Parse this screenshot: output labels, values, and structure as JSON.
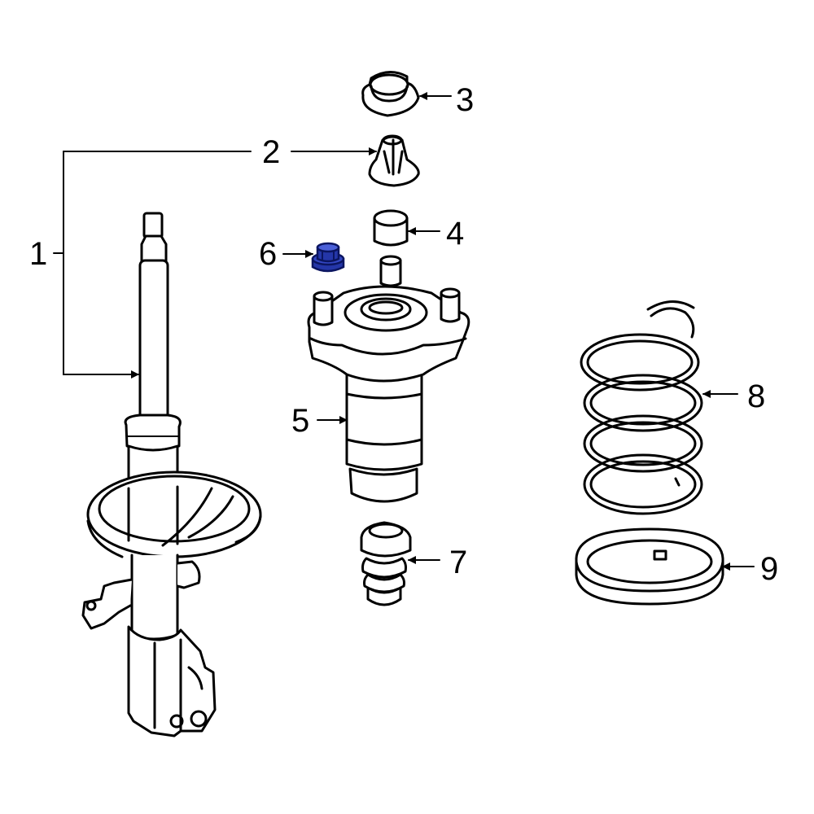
{
  "callouts": [
    {
      "id": "1",
      "label": "1"
    },
    {
      "id": "2",
      "label": "2"
    },
    {
      "id": "3",
      "label": "3"
    },
    {
      "id": "4",
      "label": "4"
    },
    {
      "id": "5",
      "label": "5"
    },
    {
      "id": "6",
      "label": "6"
    },
    {
      "id": "7",
      "label": "7"
    },
    {
      "id": "8",
      "label": "8"
    },
    {
      "id": "9",
      "label": "9"
    }
  ],
  "colors": {
    "line": "#000000",
    "background": "#ffffff",
    "highlight_fill": "#2436a8",
    "highlight_stroke": "#0b1560"
  },
  "highlighted_part": "6"
}
